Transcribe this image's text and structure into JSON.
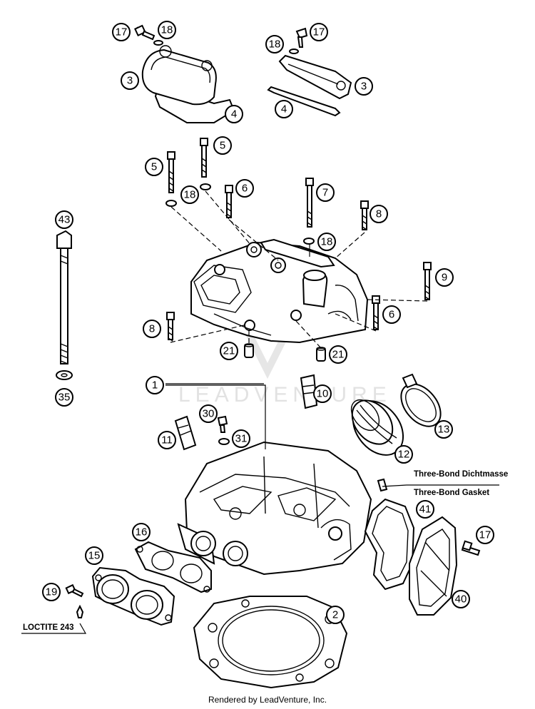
{
  "watermark": "LEADVENTURE",
  "footer": "Rendered by LeadVenture, Inc.",
  "notes": {
    "three_bond_de": "Three-Bond Dichtmasse",
    "three_bond_en": "Three-Bond Gasket",
    "loctite": "LOCTITE 243"
  },
  "callouts": [
    {
      "id": "c17a",
      "label": "17"
    },
    {
      "id": "c18a",
      "label": "18"
    },
    {
      "id": "c3a",
      "label": "3"
    },
    {
      "id": "c4a",
      "label": "4"
    },
    {
      "id": "c17b",
      "label": "17"
    },
    {
      "id": "c18b",
      "label": "18"
    },
    {
      "id": "c3b",
      "label": "3"
    },
    {
      "id": "c4b",
      "label": "4"
    },
    {
      "id": "c5a",
      "label": "5"
    },
    {
      "id": "c5b",
      "label": "5"
    },
    {
      "id": "c18c",
      "label": "18"
    },
    {
      "id": "c6a",
      "label": "6"
    },
    {
      "id": "c7",
      "label": "7"
    },
    {
      "id": "c8a",
      "label": "8"
    },
    {
      "id": "c18d",
      "label": "18"
    },
    {
      "id": "c43",
      "label": "43"
    },
    {
      "id": "c9",
      "label": "9"
    },
    {
      "id": "c6b",
      "label": "6"
    },
    {
      "id": "c8b",
      "label": "8"
    },
    {
      "id": "c21a",
      "label": "21"
    },
    {
      "id": "c21b",
      "label": "21"
    },
    {
      "id": "c35",
      "label": "35"
    },
    {
      "id": "c1",
      "label": "1"
    },
    {
      "id": "c10",
      "label": "10"
    },
    {
      "id": "c30",
      "label": "30"
    },
    {
      "id": "c13",
      "label": "13"
    },
    {
      "id": "c11",
      "label": "11"
    },
    {
      "id": "c31",
      "label": "31"
    },
    {
      "id": "c12",
      "label": "12"
    },
    {
      "id": "c41",
      "label": "41"
    },
    {
      "id": "c16",
      "label": "16"
    },
    {
      "id": "c15",
      "label": "15"
    },
    {
      "id": "c17c",
      "label": "17"
    },
    {
      "id": "c19",
      "label": "19"
    },
    {
      "id": "c40",
      "label": "40"
    },
    {
      "id": "c2",
      "label": "2"
    }
  ]
}
